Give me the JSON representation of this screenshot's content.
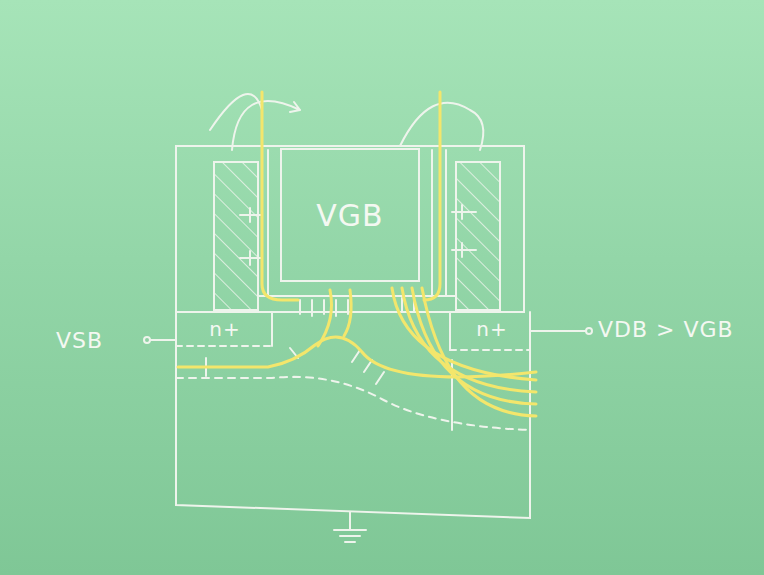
{
  "diagram": {
    "nodes": [
      {
        "text": [
          "VGB"
        ]
      },
      {
        "text": [
          "n+"
        ]
      },
      {
        "text": [
          "n+"
        ]
      }
    ],
    "labels": [
      "VSB",
      "VDB > VGB"
    ]
  }
}
